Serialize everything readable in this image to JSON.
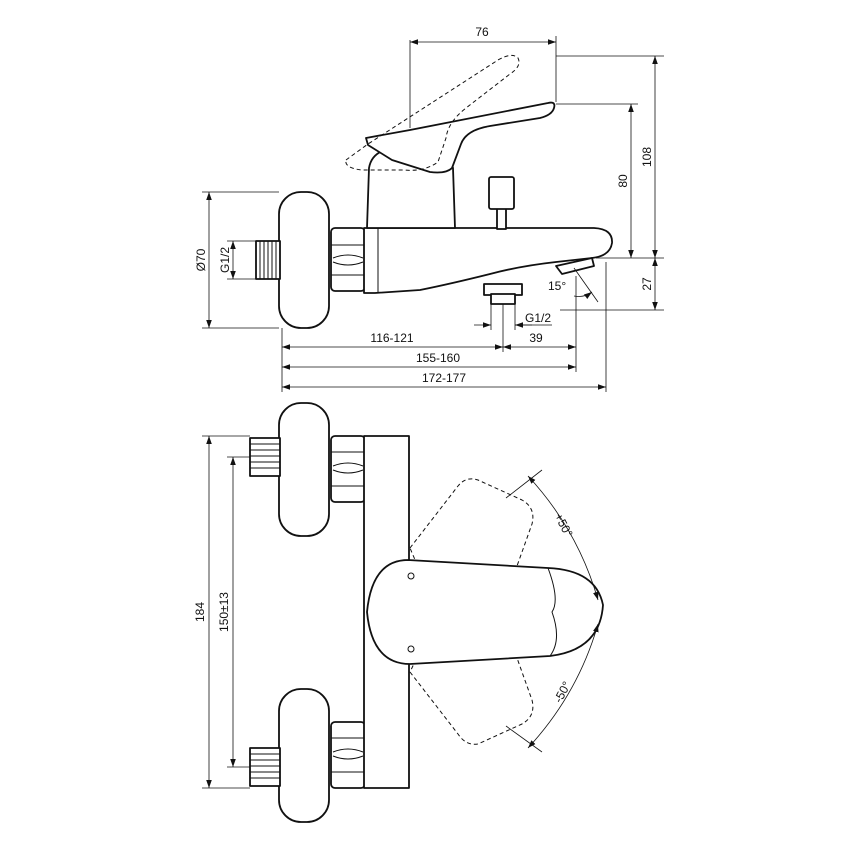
{
  "dimensions": {
    "top_lever_reach": "76",
    "handle_height": "108",
    "lever_height": "80",
    "spout_drop": "27",
    "cover_diameter": "Ø70",
    "inlet_thread": "G1/2",
    "inlet_to_outlet": "116-121",
    "outlet_thread": "G1/2",
    "outlet_to_tip": "39",
    "projection_mid": "155-160",
    "projection_total": "172-177",
    "spout_angle": "15°",
    "overall_height": "184",
    "centre_distance": "150±13",
    "rotation_plus": "+50°",
    "rotation_minus": "-50°"
  },
  "colors": {
    "line": "#111111",
    "background": "#ffffff"
  }
}
